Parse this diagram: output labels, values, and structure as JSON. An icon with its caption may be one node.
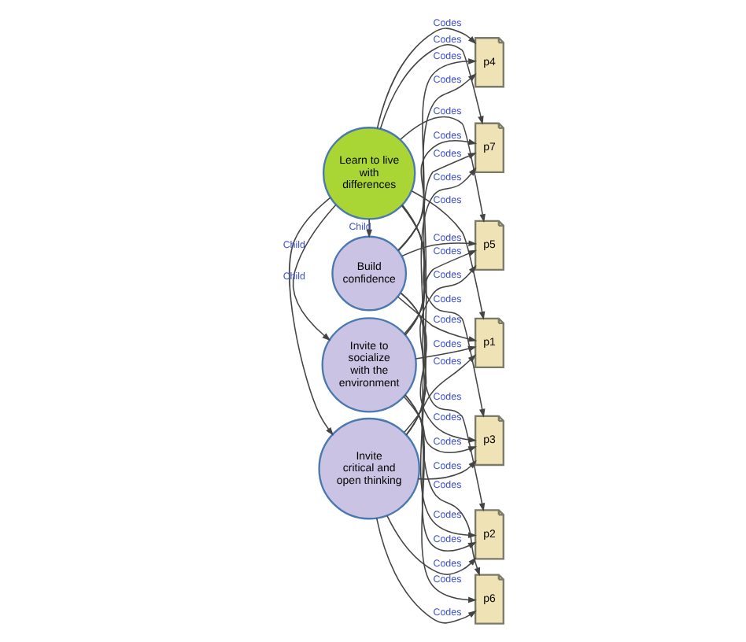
{
  "diagram": {
    "nodes": [
      {
        "text": [
          "Learn to live with differences"
        ]
      },
      {
        "text": [
          "Invite critical and open thinking"
        ]
      },
      {
        "text": [
          "Invite to socialize with the environment"
        ]
      },
      {
        "text": [
          "p7"
        ]
      },
      {
        "text": [
          "Build confidence"
        ]
      },
      {
        "text": [
          "p6"
        ]
      },
      {
        "text": [
          "p4"
        ]
      },
      {
        "text": [
          "p1"
        ]
      },
      {
        "text": [
          "p3"
        ]
      },
      {
        "text": [
          "p2"
        ]
      },
      {
        "text": [
          "p5"
        ]
      }
    ],
    "edges": [
      {
        "from": 0,
        "to": 1,
        "arrow": "to",
        "label": "Child"
      },
      {
        "from": 0,
        "to": 2,
        "arrow": "to",
        "label": "Child"
      },
      {
        "from": 0,
        "to": 4,
        "arrow": "to",
        "label": "Child"
      },
      {
        "from": 0,
        "to": 3,
        "arrow": "to",
        "label": "Codes"
      },
      {
        "from": 0,
        "to": 5,
        "arrow": "to",
        "label": "Codes"
      },
      {
        "from": 0,
        "to": 6,
        "arrow": "to",
        "label": "Codes"
      },
      {
        "from": 0,
        "to": 7,
        "arrow": "to",
        "label": "Codes"
      },
      {
        "from": 0,
        "to": 8,
        "arrow": "to",
        "label": "Codes"
      },
      {
        "from": 0,
        "to": 9,
        "arrow": "to",
        "label": "Codes"
      },
      {
        "from": 0,
        "to": 10,
        "arrow": "to",
        "label": "Codes"
      },
      {
        "from": 1,
        "to": 3,
        "arrow": "to",
        "label": "Codes"
      },
      {
        "from": 1,
        "to": 5,
        "arrow": "to",
        "label": "Codes"
      },
      {
        "from": 1,
        "to": 7,
        "arrow": "to",
        "label": "Codes"
      },
      {
        "from": 1,
        "to": 8,
        "arrow": "to",
        "label": "Codes"
      },
      {
        "from": 1,
        "to": 9,
        "arrow": "to",
        "label": "Codes"
      },
      {
        "from": 1,
        "to": 10,
        "arrow": "to",
        "label": "Codes"
      },
      {
        "from": 2,
        "to": 3,
        "arrow": "to",
        "label": "Codes"
      },
      {
        "from": 2,
        "to": 5,
        "arrow": "to",
        "label": "Codes"
      },
      {
        "from": 2,
        "to": 6,
        "arrow": "to",
        "label": "Codes"
      },
      {
        "from": 2,
        "to": 7,
        "arrow": "to",
        "label": "Codes"
      },
      {
        "from": 2,
        "to": 8,
        "arrow": "to",
        "label": "Codes"
      },
      {
        "from": 2,
        "to": 9,
        "arrow": "to",
        "label": "Codes"
      },
      {
        "from": 2,
        "to": 10,
        "arrow": "to",
        "label": "Codes"
      },
      {
        "from": 4,
        "to": 3,
        "arrow": "to",
        "label": "Codes"
      },
      {
        "from": 4,
        "to": 6,
        "arrow": "to",
        "label": "Codes"
      },
      {
        "from": 4,
        "to": 7,
        "arrow": "to",
        "label": "Codes"
      },
      {
        "from": 4,
        "to": 8,
        "arrow": "to",
        "label": "Codes"
      },
      {
        "from": 4,
        "to": 9,
        "arrow": "to",
        "label": "Codes"
      },
      {
        "from": 4,
        "to": 10,
        "arrow": "to",
        "label": "Codes"
      }
    ]
  }
}
